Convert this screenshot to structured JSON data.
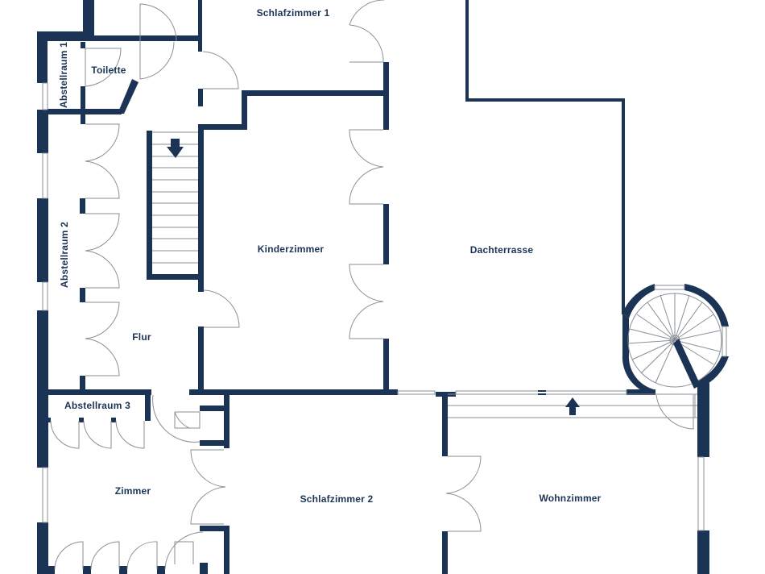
{
  "plan": {
    "wall_color": "#1b3456",
    "line_color": "#8a8f96",
    "background": "#ffffff"
  },
  "rooms": {
    "schlafzimmer1": "Schlafzimmer 1",
    "toilette": "Toilette",
    "abstellraum1": "Abstellraum 1",
    "abstellraum2": "Abstellraum 2",
    "flur": "Flur",
    "kinderzimmer": "Kinderzimmer",
    "dachterrasse": "Dachterrasse",
    "abstellraum3": "Abstellraum 3",
    "zimmer": "Zimmer",
    "schlafzimmer2": "Schlafzimmer 2",
    "wohnzimmer": "Wohnzimmer"
  },
  "icons": {
    "stair_down_arrow": "arrow-down",
    "stair_up_arrow": "arrow-up",
    "spiral_staircase": "spiral-staircase"
  }
}
